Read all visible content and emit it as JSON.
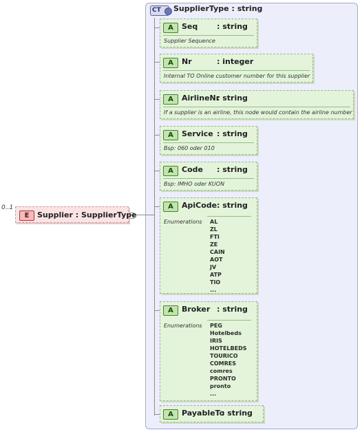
{
  "complex_type": {
    "badge": "CT",
    "title": "SupplierType : string"
  },
  "element": {
    "badge": "E",
    "label": "Supplier : SupplierType",
    "cardinality": "0..1"
  },
  "attributes": [
    {
      "badge": "A",
      "name": "Seq",
      "type": ": string",
      "doc": "Supplier Sequence"
    },
    {
      "badge": "A",
      "name": "Nr",
      "type": ": integer",
      "doc": "Internal TO Online customer number for this supplier"
    },
    {
      "badge": "A",
      "name": "AirlineNr",
      "type": ": string",
      "doc": "If a supplier is an airline, this node would contain the airline number"
    },
    {
      "badge": "A",
      "name": "Service",
      "type": ": string",
      "doc": "Bsp: 060 oder 010"
    },
    {
      "badge": "A",
      "name": "Code",
      "type": ": string",
      "doc": "Bsp: IMHO oder KUON"
    },
    {
      "badge": "A",
      "name": "ApiCode",
      "type": ": string",
      "enum_label": "Enumerations",
      "enums": [
        "AL",
        "ZL",
        "FTI",
        "ZE",
        "CAIN",
        "AOT",
        "JV",
        "ATP",
        "TIO",
        "..."
      ]
    },
    {
      "badge": "A",
      "name": "Broker",
      "type": ": string",
      "enum_label": "Enumerations",
      "enums": [
        "PEG",
        "Hotelbeds",
        "IRIS",
        "HOTELBEDS",
        "TOURICO",
        "COMRES",
        "comres",
        "PRONTO",
        "pronto",
        "..."
      ]
    },
    {
      "badge": "A",
      "name": "PayableTo",
      "type": ": string"
    }
  ]
}
